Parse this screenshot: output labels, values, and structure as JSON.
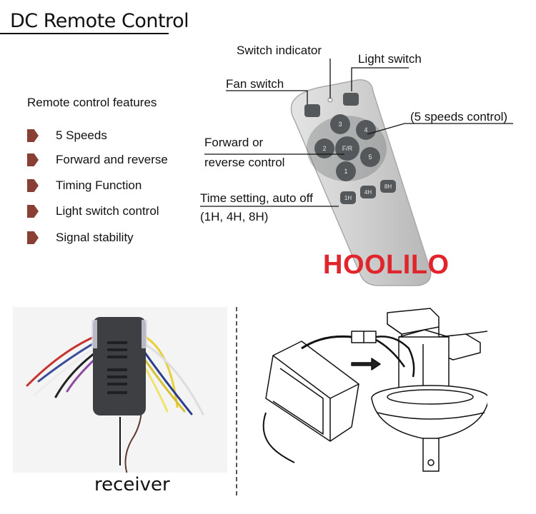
{
  "title": "DC Remote Control",
  "features": {
    "heading": "Remote control features",
    "items": [
      "5 Speeds",
      "Forward and reverse",
      "Timing Function",
      "Light switch control",
      "Signal stability"
    ]
  },
  "callouts": {
    "switch_indicator": "Switch indicator",
    "light_switch": "Light switch",
    "fan_switch": "Fan switch",
    "speeds_control": "(5 speeds control)",
    "forward_line1": "Forward or",
    "forward_line2": "reverse control",
    "time_line1": "Time setting, auto off",
    "time_line2": "(1H, 4H, 8H)"
  },
  "remote_buttons": {
    "speed_1": "1",
    "speed_2": "2",
    "speed_3": "3",
    "speed_4": "4",
    "speed_5": "5",
    "forward_reverse": "F/R",
    "timer_1h": "1H",
    "timer_4h": "4H",
    "timer_8h": "8H"
  },
  "brand": "HOOLILO",
  "receiver_label": "receiver",
  "colors": {
    "bullet": "#8a3f35",
    "brand": "#e0262c",
    "remote_body": "#cfd0cf",
    "button": "#55585a"
  }
}
